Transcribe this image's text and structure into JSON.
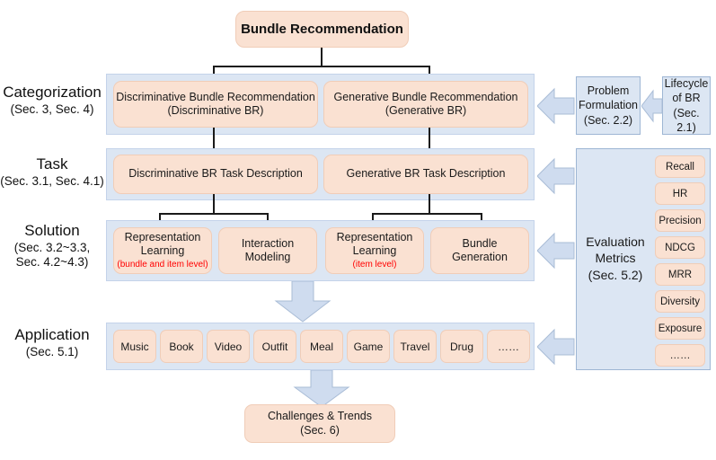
{
  "title": {
    "label": "Bundle Recommendation"
  },
  "rows": [
    {
      "name": "categorization",
      "big": "Categorization",
      "sub": "(Sec. 3, Sec. 4)"
    },
    {
      "name": "task",
      "big": "Task",
      "sub": "(Sec. 3.1, Sec. 4.1)"
    },
    {
      "name": "solution",
      "big": "Solution",
      "sub": "(Sec. 3.2~3.3,",
      "sub2": "Sec. 4.2~4.3)"
    },
    {
      "name": "application",
      "big": "Application",
      "sub": "(Sec. 5.1)"
    }
  ],
  "categorization": {
    "discriminative": {
      "line1": "Discriminative Bundle Recommendation",
      "line2": "(Discriminative BR)"
    },
    "generative": {
      "line1": "Generative Bundle Recommendation",
      "line2": "(Generative BR)"
    }
  },
  "task": {
    "discriminative": "Discriminative BR Task Description",
    "generative": "Generative BR Task Description"
  },
  "solution": {
    "items": [
      {
        "line1": "Representation",
        "line2": "Learning",
        "note": "(bundle and item level)"
      },
      {
        "line1": "Interaction",
        "line2": "Modeling",
        "note": ""
      },
      {
        "line1": "Representation",
        "line2": "Learning",
        "note": "(item level)"
      },
      {
        "line1": "Bundle",
        "line2": "Generation",
        "note": ""
      }
    ]
  },
  "application": {
    "items": [
      "Music",
      "Book",
      "Video",
      "Outfit",
      "Meal",
      "Game",
      "Travel",
      "Drug",
      "……"
    ]
  },
  "right": {
    "problem_formulation": {
      "line1": "Problem",
      "line2": "Formulation",
      "line3": "(Sec. 2.2)"
    },
    "lifecycle": {
      "line1": "Lifecycle",
      "line2": "of BR",
      "line3": "(Sec. 2.1)"
    },
    "evaluation": {
      "line1": "Evaluation",
      "line2": "Metrics",
      "line3": "(Sec. 5.2)"
    },
    "metrics": [
      "Recall",
      "HR",
      "Precision",
      "NDCG",
      "MRR",
      "Diversity",
      "Exposure",
      "……"
    ]
  },
  "bottom": {
    "line1": "Challenges & Trends",
    "line2": "(Sec. 6)"
  },
  "colors": {
    "peach_fill": "#fae1d2",
    "peach_border": "#f0cdb8",
    "blue_fill": "#dce6f3",
    "blue_border": "#9eb6d4",
    "arrow_blue_fill": "#cfdcef",
    "arrow_blue_border": "#a9bcd6",
    "note_red": "#ff0000",
    "text": "#1a1a1a"
  }
}
